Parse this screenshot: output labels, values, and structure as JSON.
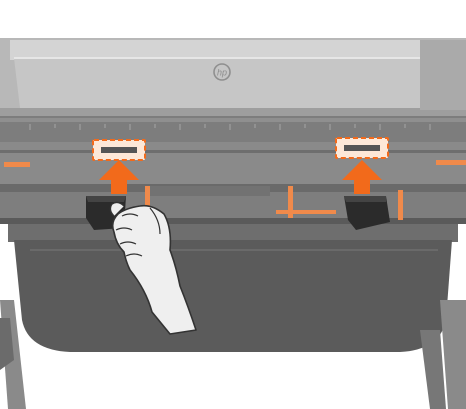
{
  "figure": {
    "subject": "printer-media-bin-clip-installation",
    "brand_logo_text": "hp",
    "colors": {
      "printer_body": "#8a8a8a",
      "printer_dark": "#5c5c5c",
      "top_cover": "#c9c9c9",
      "accent_orange": "#f08a4b",
      "arrow_orange": "#f26a1b",
      "clip_black": "#2b2b2b",
      "hand": "#efefef"
    },
    "parts": {
      "clip_count": 2,
      "arrow_direction": "up",
      "highlight_style": "dashed-orange-outline"
    }
  }
}
